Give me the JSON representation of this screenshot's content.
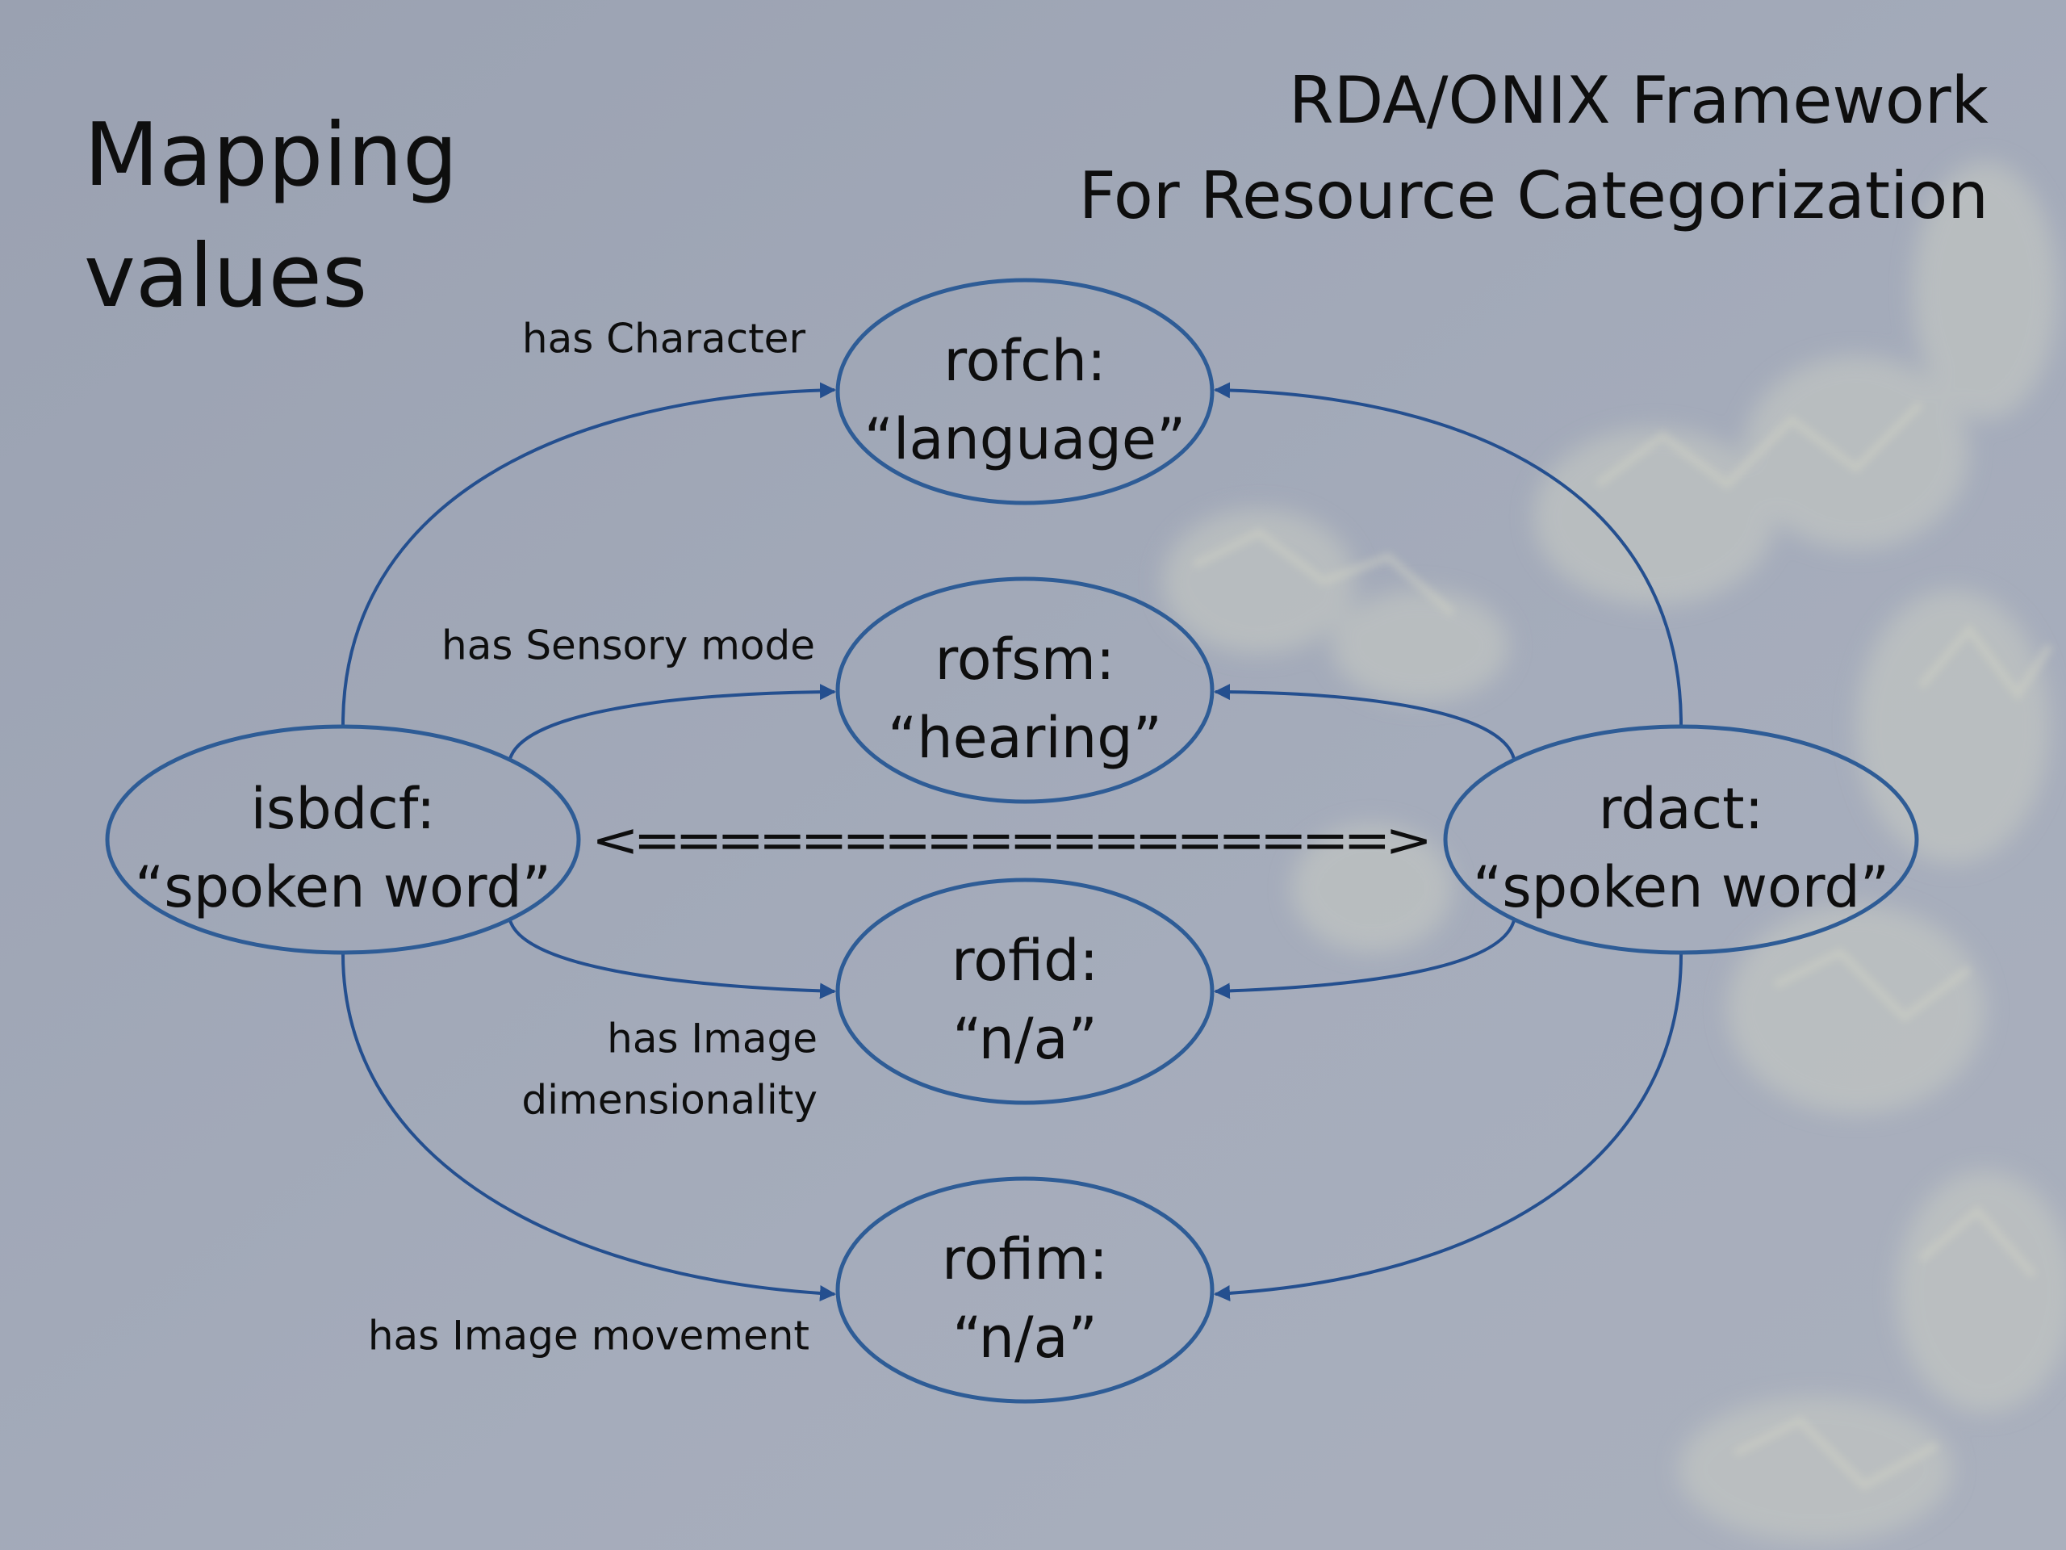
{
  "title": {
    "left": [
      "Mapping",
      "values"
    ],
    "right": [
      "RDA/ONIX Framework",
      "For Resource Categorization"
    ]
  },
  "colors": {
    "node_stroke": "#2e5c96",
    "edge": "#244f8f",
    "text": "#0e0e0e"
  },
  "nodes": {
    "source": [
      "isbdcf:",
      "“spoken word”"
    ],
    "target": [
      "rdact:",
      "“spoken word”"
    ],
    "character": [
      "rofch:",
      "“language”"
    ],
    "sensory": [
      "rofsm:",
      "“hearing”"
    ],
    "dimensionality": [
      "rofid:",
      "“n/a”"
    ],
    "movement": [
      "rofim:",
      "“n/a”"
    ]
  },
  "equivalence": "<==================>",
  "edge_labels": {
    "character": [
      "has Character"
    ],
    "sensory": [
      "has Sensory mode"
    ],
    "dimensionality": [
      "has Image",
      "dimensionality"
    ],
    "movement": [
      "has Image movement"
    ]
  }
}
